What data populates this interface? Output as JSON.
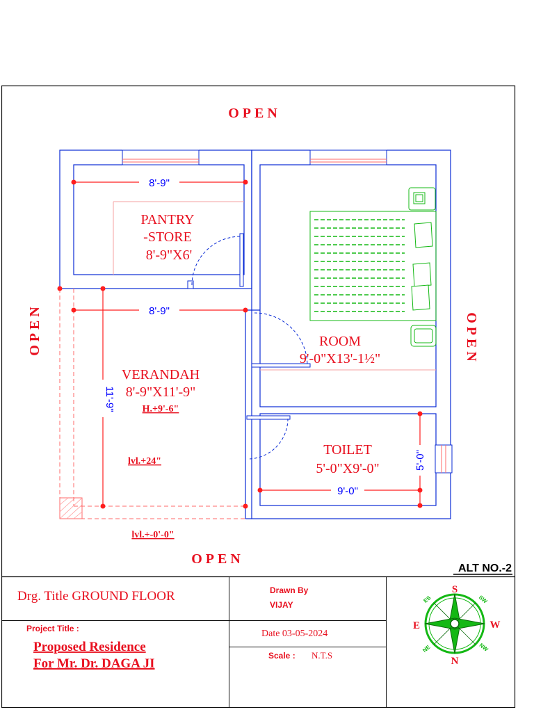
{
  "open_labels": {
    "top": "OPEN",
    "left": "OPEN",
    "right": "OPEN",
    "bottom": "OPEN"
  },
  "rooms": {
    "pantry": {
      "name1": "PANTRY",
      "name2": "-STORE",
      "size": "8'-9\"X6'",
      "dim": "8'-9\""
    },
    "verandah": {
      "name": "VERANDAH",
      "size": "8'-9\"X11'-9\"",
      "height": "H.+9'-6\"",
      "level": "lvl.+24\"",
      "dim_h": "8'-9\"",
      "dim_v": "11'-9\""
    },
    "room": {
      "name": "ROOM",
      "size": "9'-0\"X13'-1½\""
    },
    "toilet": {
      "name": "TOILET",
      "size": "5'-0\"X9'-0\"",
      "dim_h": "9'-0\"",
      "dim_v": "5'-0\""
    }
  },
  "ground_level": "lvl.+-0'-0\"",
  "alt_no": "ALT NO.-2",
  "title_block": {
    "drg_title": "Drg. Title GROUND FLOOR",
    "drawn_by_label": "Drawn By",
    "drawn_by": "VIJAY",
    "project_title_label": "Project Title  :",
    "project_line1": "Proposed Residence",
    "project_line2": "For   Mr. Dr. DAGA JI",
    "date": "Date  03-05-2024",
    "scale_label": "Scale    :",
    "scale": "N.T.S"
  },
  "compass": {
    "n": "N",
    "s": "S",
    "e": "E",
    "w": "W",
    "ne": "NE",
    "nw": "NW",
    "se": "ES",
    "sw": "SW"
  },
  "colors": {
    "label_red": "#e8101f",
    "wall_blue": "#0a2bd6",
    "dim_blue": "#0000ff",
    "furniture_green": "#14b814"
  }
}
